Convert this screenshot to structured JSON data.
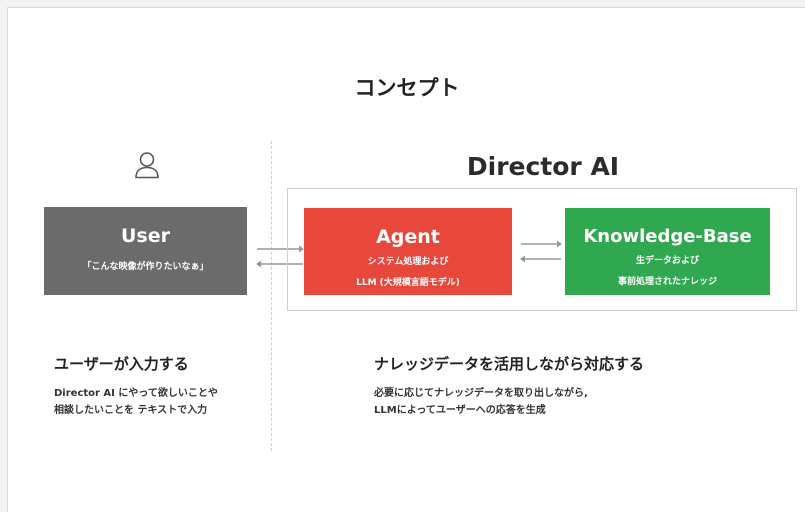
{
  "title": "コンセプト",
  "user_column": {
    "icon": "user-icon",
    "box_label": "User",
    "box_quote": "「こんな映像が作りたいなぁ」",
    "box_color": "#6b6b6b",
    "heading": "ユーザーが入力する",
    "desc_line1": "Director AI にやって欲しいことや",
    "desc_line2": "相談したいことを テキストで入力"
  },
  "director_column": {
    "title": "Director AI",
    "agent": {
      "label": "Agent",
      "sub_line1": "システム処理および",
      "sub_line2": "LLM (大規模言語モデル)",
      "color": "#e8473b"
    },
    "knowledge_base": {
      "label": "Knowledge-Base",
      "sub_line1": "生データおよび",
      "sub_line2": "事前処理されたナレッジ",
      "color": "#2fa84f"
    },
    "heading": "ナレッジデータを活用しながら対応する",
    "desc_line1": "必要に応じてナレッジデータを取り出しながら,",
    "desc_line2": "LLMによってユーザーへの応答を生成"
  }
}
